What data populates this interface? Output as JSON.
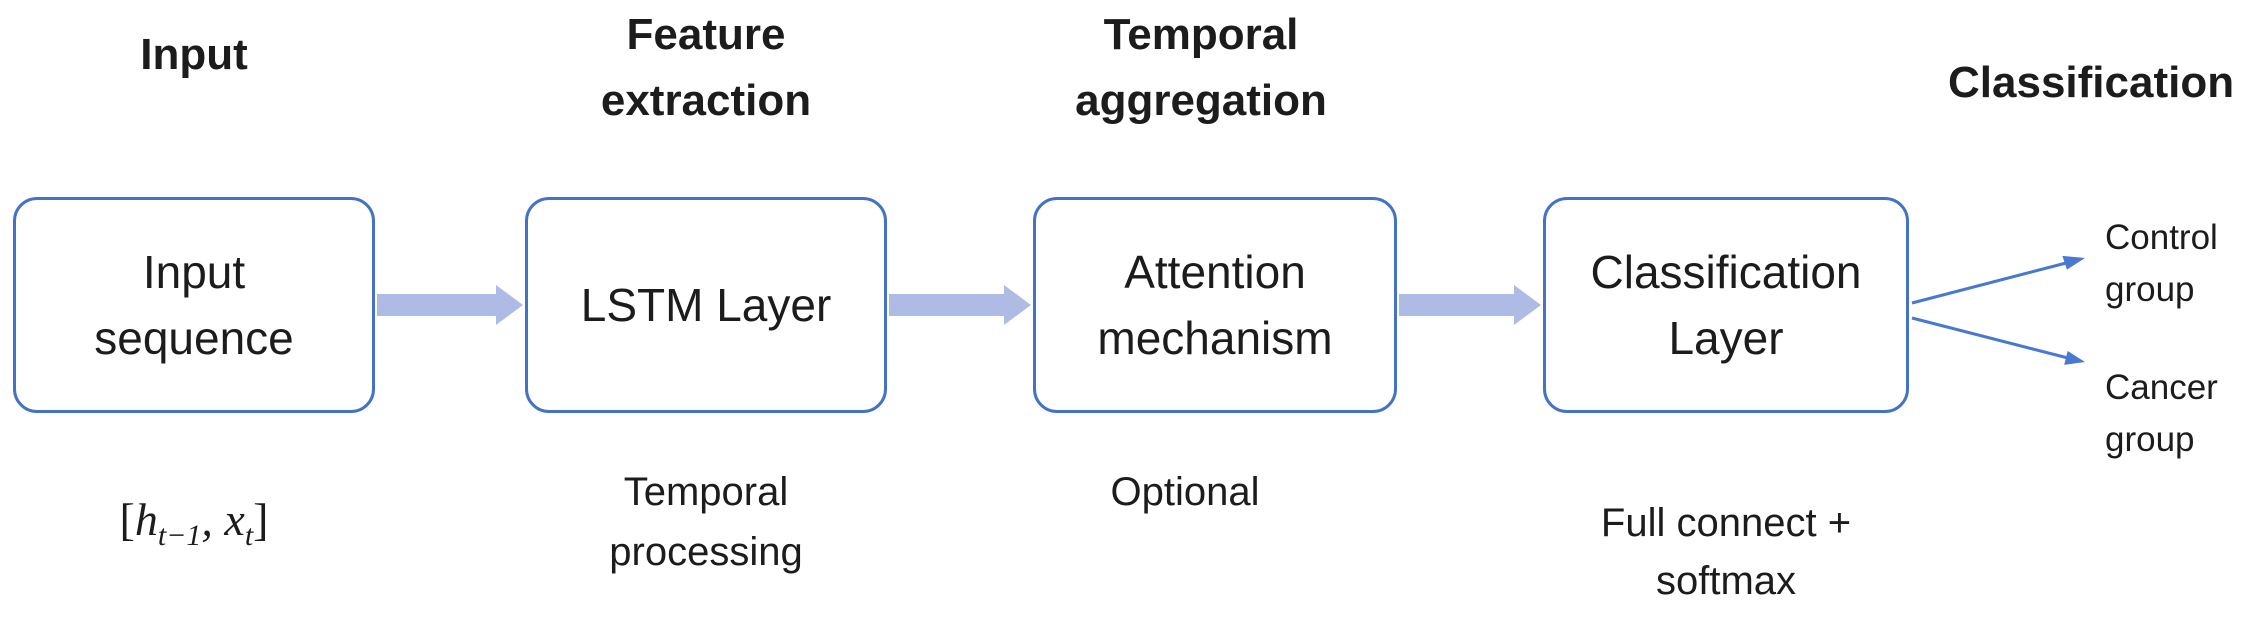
{
  "colors": {
    "box_border": "#4472c4",
    "thick_arrow": "#aebce5",
    "thin_arrow": "#4979cf",
    "text": "#1c1c1c"
  },
  "stages": [
    {
      "header_lines": [
        "Input"
      ],
      "box_lines": [
        "Input",
        "sequence"
      ],
      "sublabel_lines": []
    },
    {
      "header_lines": [
        "Feature",
        "extraction"
      ],
      "box_lines": [
        "LSTM Layer"
      ],
      "sublabel_lines": [
        "Temporal",
        "processing"
      ]
    },
    {
      "header_lines": [
        "Temporal",
        "aggregation"
      ],
      "box_lines": [
        "Attention",
        "mechanism"
      ],
      "sublabel_lines": [
        "Optional"
      ]
    },
    {
      "header_lines": [],
      "box_lines": [
        "Classification",
        "Layer"
      ],
      "sublabel_lines": [
        "Full connect +",
        "softmax"
      ]
    }
  ],
  "formula": {
    "open": "[",
    "var1": "h",
    "sub1": "t−1",
    "comma": ", ",
    "var2": "x",
    "sub2": "t",
    "close": "]"
  },
  "outputs": {
    "header": "Classification",
    "items": [
      {
        "lines": [
          "Control",
          "group"
        ]
      },
      {
        "lines": [
          "Cancer",
          "group"
        ]
      }
    ]
  }
}
